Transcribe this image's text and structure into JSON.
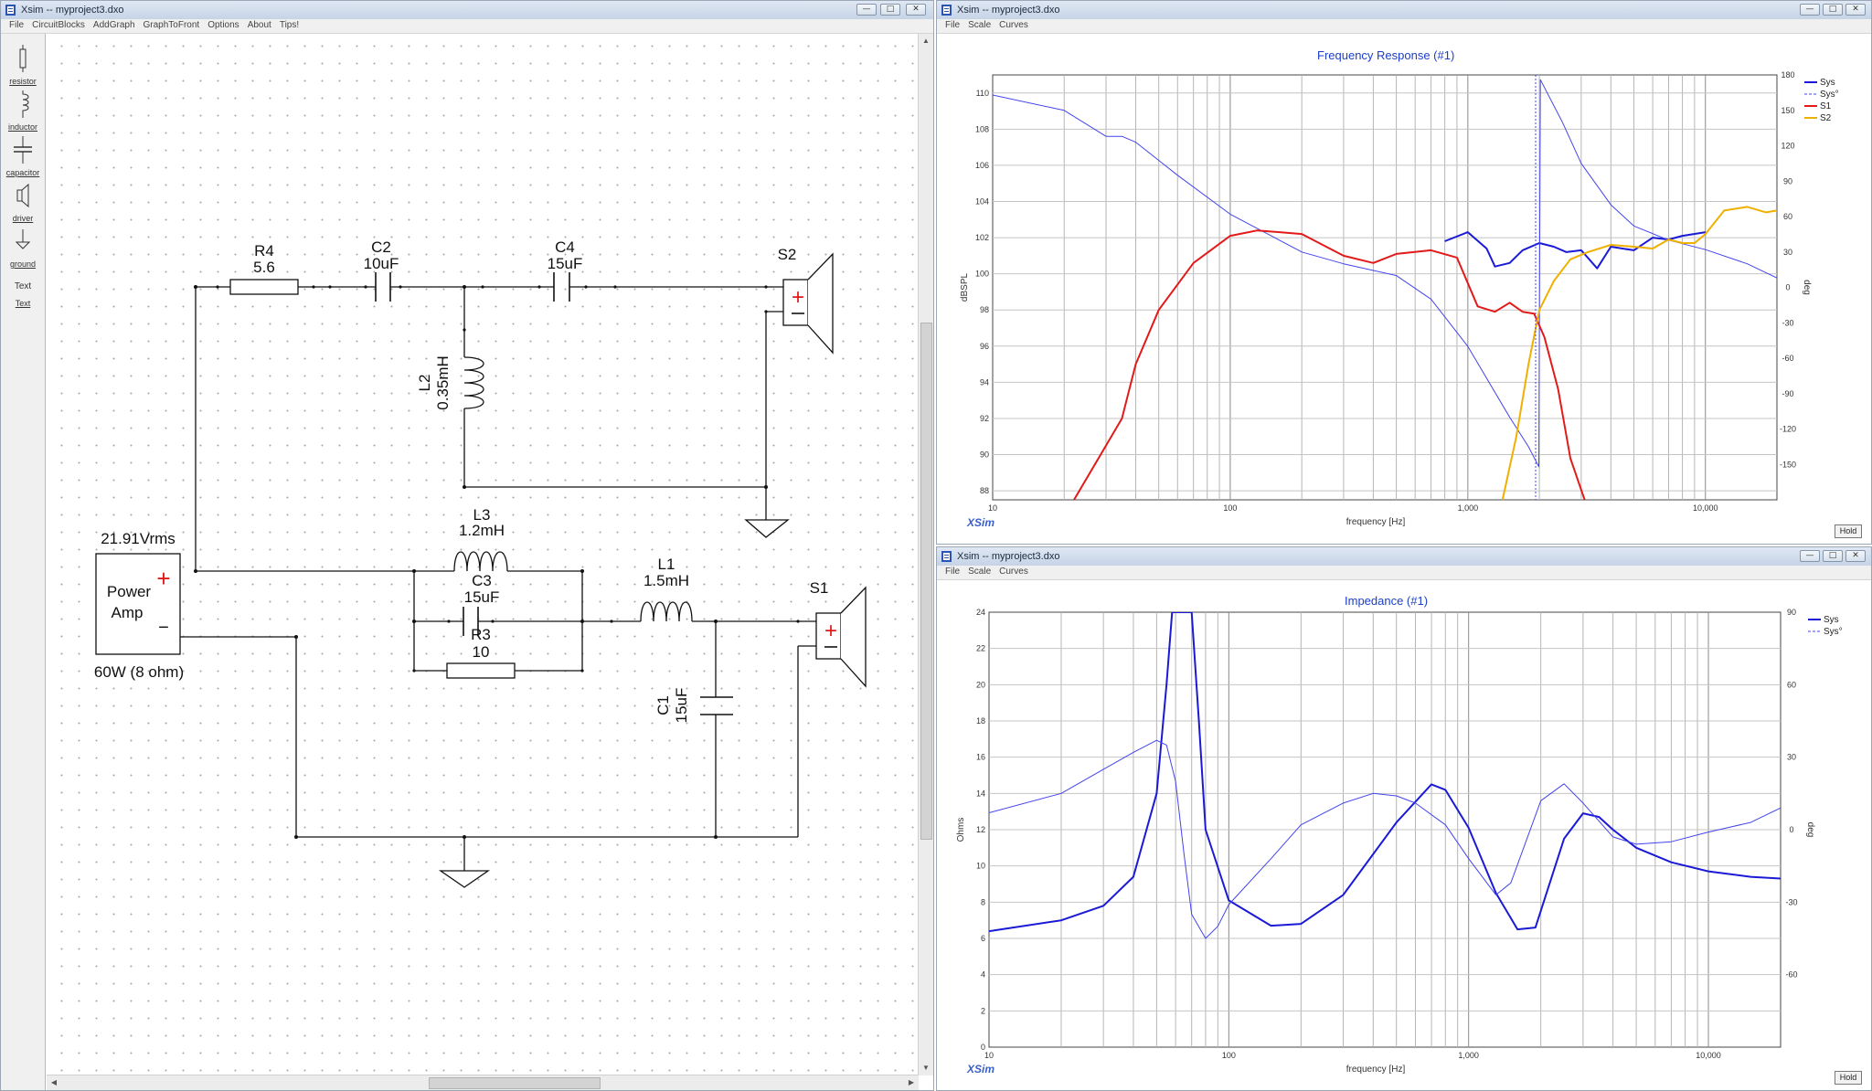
{
  "schematic_window": {
    "title": "Xsim -- myproject3.dxo",
    "menu": [
      "File",
      "CircuitBlocks",
      "AddGraph",
      "GraphToFront",
      "Options",
      "About",
      "Tips!"
    ],
    "tools": [
      "resistor",
      "inductor",
      "capacitor",
      "driver",
      "ground",
      "Text",
      "Text"
    ],
    "source": {
      "voltage": "21.91Vrms",
      "name_line1": "Power",
      "name_line2": "Amp",
      "rating": "60W (8 ohm)",
      "plus": "+",
      "minus": "−"
    },
    "components": {
      "r4": {
        "ref": "R4",
        "value": "5.6"
      },
      "c2": {
        "ref": "C2",
        "value": "10uF"
      },
      "c4": {
        "ref": "C4",
        "value": "15uF"
      },
      "l2": {
        "ref": "L2",
        "value": "0.35mH"
      },
      "s2": {
        "ref": "S2",
        "plus": "+"
      },
      "l3": {
        "ref": "L3",
        "value": "1.2mH"
      },
      "c3": {
        "ref": "C3",
        "value": "15uF"
      },
      "r3": {
        "ref": "R3",
        "value": "10"
      },
      "l1": {
        "ref": "L1",
        "value": "1.5mH"
      },
      "c1": {
        "ref": "C1",
        "value": "15uF"
      },
      "s1": {
        "ref": "S1",
        "plus": "+"
      }
    }
  },
  "freq_window": {
    "title": "Xsim -- myproject3.dxo",
    "menu": [
      "File",
      "Scale",
      "Curves"
    ],
    "logo": "XSim",
    "hold_label": "Hold"
  },
  "imp_window": {
    "title": "Xsim -- myproject3.dxo",
    "menu": [
      "File",
      "Scale",
      "Curves"
    ],
    "logo": "XSim",
    "hold_label": "Hold"
  },
  "chart_data": [
    {
      "type": "line",
      "title": "Frequency Response (#1)",
      "xlabel": "frequency [Hz]",
      "ylabel": "dBSPL",
      "y2label": "deg",
      "xscale": "log",
      "xlim": [
        10,
        20000
      ],
      "ylim": [
        87.5,
        111
      ],
      "y2lim": [
        -180,
        180
      ],
      "x_tick_labels": [
        "10",
        "100",
        "1,000",
        "10,000"
      ],
      "y_ticks": [
        88,
        90,
        92,
        94,
        96,
        98,
        100,
        102,
        104,
        106,
        108,
        110
      ],
      "y2_ticks": [
        180,
        150,
        120,
        90,
        60,
        30,
        0,
        -30,
        -60,
        -90,
        -120,
        -150
      ],
      "grid": true,
      "legend_position": "top-right",
      "series": [
        {
          "name": "Sys",
          "style": "solid",
          "color": "#1a1ad6",
          "x": [
            800,
            1000,
            1200,
            1300,
            1500,
            1700,
            2000,
            2300,
            2600,
            3000,
            3500,
            4000,
            5000,
            6000,
            7000,
            8000,
            10000
          ],
          "y": [
            101.8,
            102.3,
            101.4,
            100.4,
            100.6,
            101.3,
            101.7,
            101.5,
            101.2,
            101.3,
            100.3,
            101.5,
            101.3,
            102.0,
            101.9,
            102.1,
            102.3
          ]
        },
        {
          "name": "Sys°",
          "style": "dashed",
          "color": "#4444ee",
          "axis": "right",
          "x": [
            10,
            20,
            30,
            35,
            40,
            60,
            100,
            200,
            300,
            500,
            700,
            1000,
            1500,
            1800,
            1990,
            2020,
            2500,
            3000,
            4000,
            5000,
            7000,
            10000,
            15000,
            20000
          ],
          "y": [
            163,
            150,
            128,
            128,
            123,
            95,
            62,
            30,
            20,
            10,
            -10,
            -50,
            -110,
            -135,
            -152,
            176,
            140,
            105,
            70,
            52,
            40,
            32,
            20,
            8
          ]
        },
        {
          "name": "S1",
          "style": "solid",
          "color": "#e21a1a",
          "x": [
            22,
            30,
            35,
            40,
            50,
            70,
            100,
            130,
            200,
            300,
            400,
            500,
            700,
            900,
            1100,
            1300,
            1500,
            1700,
            1900,
            2100,
            2400,
            2700,
            3100
          ],
          "y": [
            87.5,
            90.5,
            92,
            95,
            98,
            100.6,
            102.1,
            102.4,
            102.2,
            101,
            100.6,
            101.1,
            101.3,
            100.9,
            98.2,
            97.9,
            98.4,
            97.9,
            97.8,
            96.5,
            93.6,
            89.8,
            87.5
          ]
        },
        {
          "name": "S2",
          "style": "solid",
          "color": "#f0b000",
          "x": [
            1400,
            1600,
            1800,
            2000,
            2300,
            2700,
            3200,
            4000,
            5000,
            6000,
            7000,
            8000,
            9000,
            10000,
            12000,
            15000,
            18000,
            20000
          ],
          "y": [
            87.5,
            91,
            95,
            98,
            99.6,
            100.8,
            101.2,
            101.6,
            101.5,
            101.4,
            101.9,
            101.7,
            101.7,
            102.2,
            103.5,
            103.7,
            103.4,
            103.5
          ]
        }
      ]
    },
    {
      "type": "line",
      "title": "Impedance (#1)",
      "xlabel": "frequency [Hz]",
      "ylabel": "Ohms",
      "y2label": "deg",
      "xscale": "log",
      "xlim": [
        10,
        20000
      ],
      "ylim": [
        0,
        24
      ],
      "y2lim": [
        -90,
        90
      ],
      "x_tick_labels": [
        "10",
        "100",
        "1,000",
        "10,000"
      ],
      "y_ticks": [
        0,
        2,
        4,
        6,
        8,
        10,
        12,
        14,
        16,
        18,
        20,
        22,
        24
      ],
      "y2_ticks": [
        90,
        60,
        30,
        0,
        -30,
        -60
      ],
      "grid": true,
      "legend_position": "top-right",
      "series": [
        {
          "name": "Sys",
          "style": "solid",
          "color": "#1a1ad6",
          "x": [
            10,
            20,
            30,
            40,
            50,
            55,
            58,
            70,
            75,
            80,
            100,
            150,
            200,
            300,
            500,
            700,
            800,
            1000,
            1300,
            1600,
            1900,
            2500,
            3000,
            3500,
            4000,
            5000,
            7000,
            10000,
            15000,
            20000
          ],
          "y": [
            6.4,
            7.0,
            7.8,
            9.4,
            14,
            20,
            24,
            24,
            18,
            12,
            8.1,
            6.7,
            6.8,
            8.4,
            12.4,
            14.5,
            14.2,
            12.1,
            8.5,
            6.5,
            6.6,
            11.5,
            12.9,
            12.7,
            12.0,
            11.0,
            10.2,
            9.7,
            9.4,
            9.3
          ]
        },
        {
          "name": "Sys°",
          "style": "dashed",
          "color": "#4444ee",
          "axis": "right",
          "x": [
            10,
            20,
            30,
            40,
            50,
            55,
            60,
            65,
            70,
            80,
            90,
            100,
            150,
            200,
            300,
            400,
            500,
            600,
            800,
            1000,
            1300,
            1500,
            2000,
            2500,
            3000,
            4000,
            5000,
            7000,
            10000,
            15000,
            20000
          ],
          "y": [
            7,
            15,
            25,
            32,
            37,
            35,
            20,
            -10,
            -35,
            -45,
            -40,
            -31,
            -12,
            2,
            11,
            15,
            14,
            11,
            2,
            -12,
            -27,
            -22,
            12,
            19,
            11,
            -3,
            -6,
            -5,
            -1,
            3,
            9
          ]
        }
      ]
    }
  ]
}
